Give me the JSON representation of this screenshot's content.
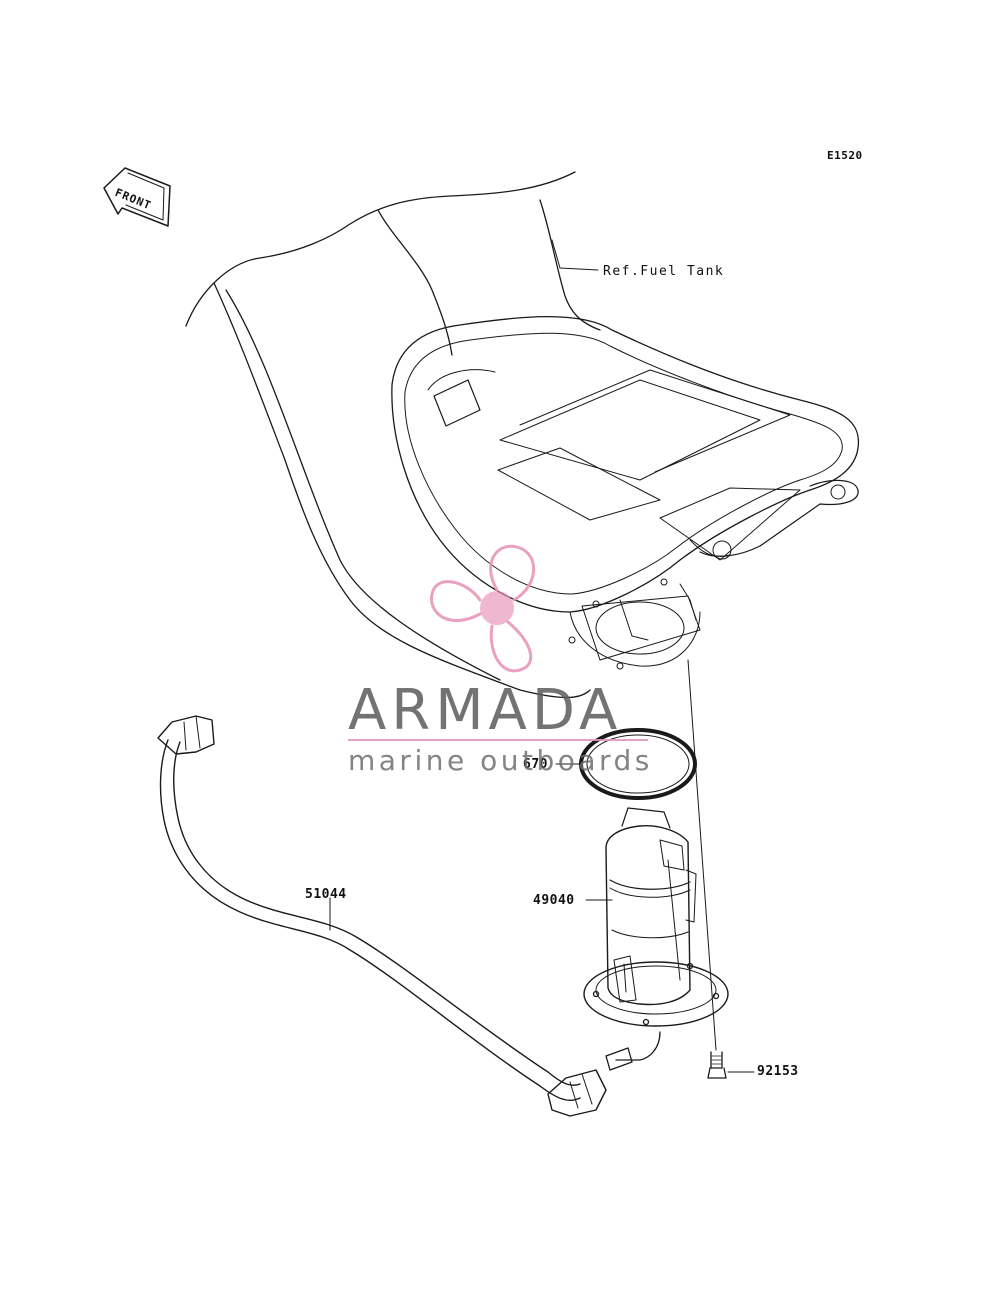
{
  "diagram": {
    "code": "E1520",
    "orientation_label": "FRONT",
    "reference": "Ref.Fuel Tank",
    "parts": [
      {
        "number": "670",
        "item": "o-ring"
      },
      {
        "number": "49040",
        "item": "fuel-pump"
      },
      {
        "number": "51044",
        "item": "fuel-hose"
      },
      {
        "number": "92153",
        "item": "bolt"
      }
    ]
  },
  "watermark": {
    "title": "ARMADA",
    "subtitle": "marine outboards",
    "accent_color": "#e896b9",
    "text_color": "#5a5a5a"
  }
}
